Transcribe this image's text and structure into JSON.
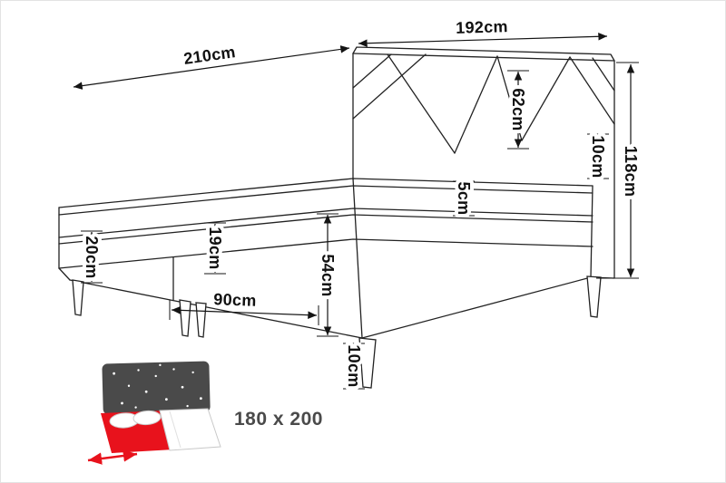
{
  "diagram": {
    "kind": "bed-dimension-diagram",
    "measurements": {
      "length": "210cm",
      "width": "192cm",
      "headboard_above_mattress": "62cm",
      "headboard_total_height": "118cm",
      "headboard_side_gap": "10cm",
      "topper_height": "5cm",
      "mattress_height": "19cm",
      "base_height": "20cm",
      "bed_total_height": "54cm",
      "base_section_length": "90cm",
      "leg_height": "10cm"
    },
    "badge": {
      "bed_size": "180 x 200"
    },
    "colors": {
      "line": "#1c1c1c",
      "accent_red": "#e8121c",
      "icon_gray": "#4a4a4a",
      "label_gray": "#4a4a4a"
    }
  }
}
